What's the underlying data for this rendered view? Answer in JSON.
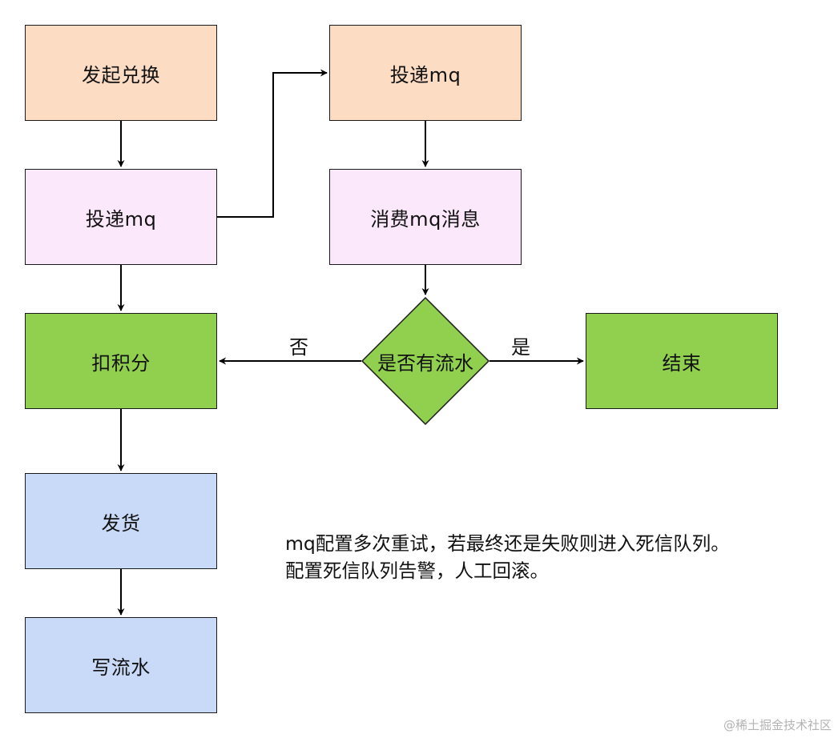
{
  "nodes": {
    "start": "发起兑换",
    "post1": "投递mq",
    "deduct": "扣积分",
    "ship": "发货",
    "flow": "写流水",
    "post2": "投递mq",
    "consume": "消费mq消息",
    "decision": "是否有流水",
    "end": "结束"
  },
  "edge_labels": {
    "no": "否",
    "yes": "是"
  },
  "note": {
    "line1": "mq配置多次重试，若最终还是失败则进入死信队列。",
    "line2": "配置死信队列告警，人工回滚。"
  },
  "watermark": "@稀土掘金技术社区",
  "colors": {
    "peach": "#fddcc4",
    "pink": "#fbe9fb",
    "green": "#91d04f",
    "blue": "#c9daf8",
    "stroke": "#1a1a1a"
  }
}
